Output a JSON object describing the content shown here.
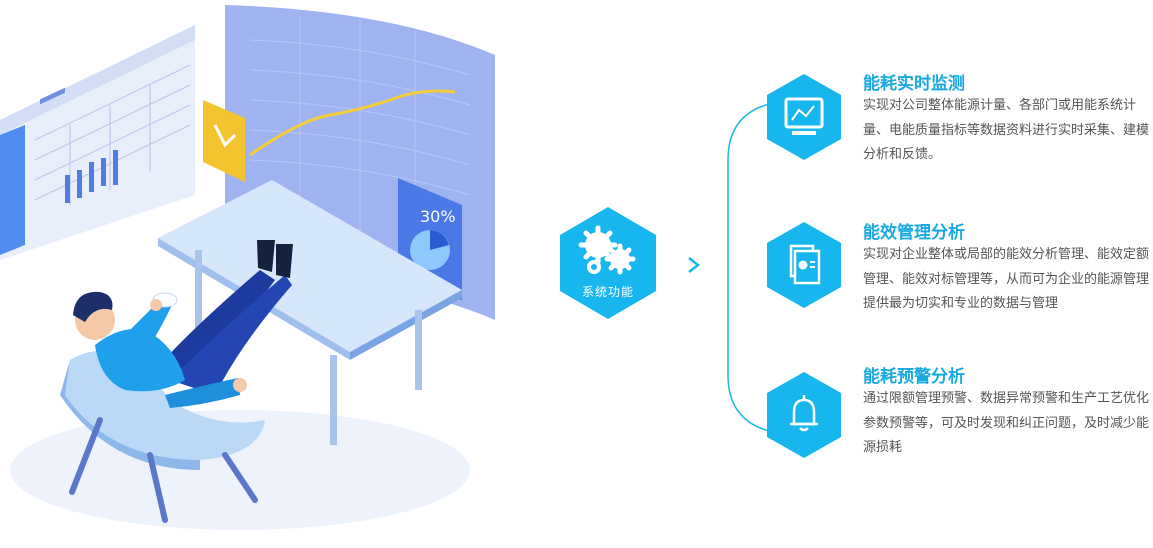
{
  "center": {
    "label": "系统功能",
    "icon": "gears-icon"
  },
  "features": [
    {
      "title": "能耗实时监测",
      "icon": "monitor-chart-icon",
      "desc": "实现对公司整体能源计量、各部门或用能系统计量、电能质量指标等数据资料进行实时采集、建模分析和反馈。"
    },
    {
      "title": "能效管理分析",
      "icon": "report-documents-icon",
      "desc": "实现对企业整体或局部的能效分析管理、能效定额管理、能效对标管理等，从而可为企业的能源管理提供最为切实和专业的数据与管理"
    },
    {
      "title": "能耗预警分析",
      "icon": "bell-icon",
      "desc": "通过限额管理预警、数据异常预警和生产工艺优化参数预警等，可及时发现和纠正问题，及时减少能源损耗"
    }
  ],
  "illustration": {
    "percent_label": "30%"
  },
  "colors": {
    "accent": "#18b6ef",
    "title": "#19a9e1",
    "panel": "#8fa6ee"
  }
}
